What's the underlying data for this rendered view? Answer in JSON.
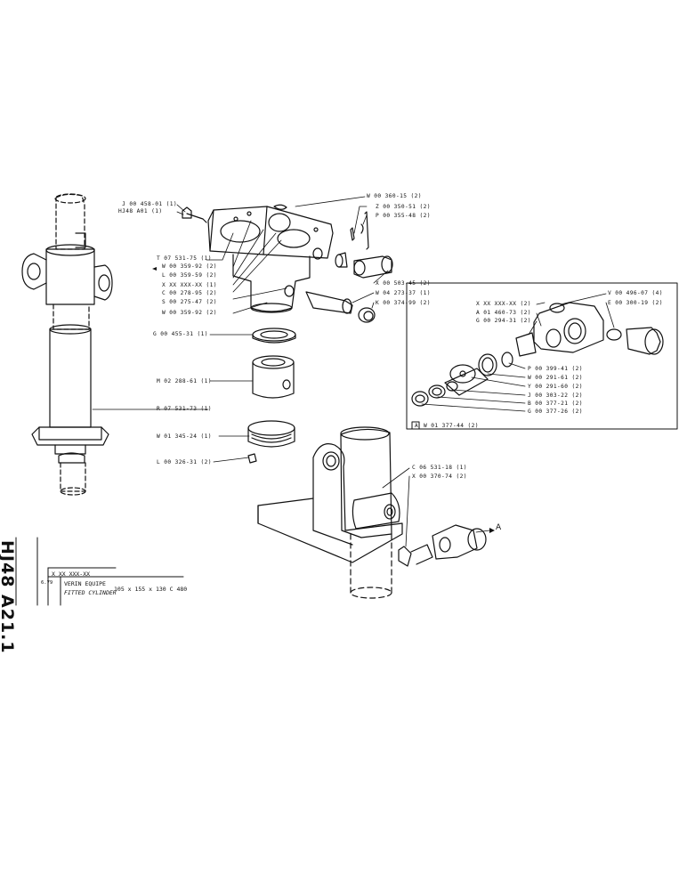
{
  "labels": {
    "j00458": "J 00 458-01 (1)",
    "hj48": "HJ48  A01  (1)",
    "t07531": "T 07 531-75 (1)",
    "w00359a": "W 00 359-92 (2)",
    "l00359": "L 00 359-59 (2)",
    "xxx": "X XX XXX-XX (1)",
    "c00278": "C 00 278-95 (2)",
    "s00275": "S 00 275-47 (2)",
    "w00359b": "W 00 359-92 (2)",
    "g00455": "G 00 455-31 (1)",
    "m02288": "M 02 288-61 (1)",
    "r07531": "R 07 531-73 (1)",
    "w01345": "W 01 345-24 (1)",
    "l00326": "L 00 326-31 (2)",
    "w00360": "W 00 360-15 (2)",
    "z00350": "Z 00 350-51 (2)",
    "p00355": "P 00 355-48 (2)",
    "x00503": "X 00 503-45 (2)",
    "w04273": "W 04 273-37 (1)",
    "k00374": "K 00 374-99 (2)",
    "xxx2": "X XX XXX-XX (2)",
    "a01460": "A 01 460-73 (2)",
    "g00294": "G 00 294-31 (2)",
    "v00496": "V 00 496-07 (4)",
    "e00300": "E 00 300-19 (2)",
    "p00399": "P 00 399-41 (2)",
    "w00291": "W 00 291-61 (2)",
    "y00291": "Y 00 291-60 (2)",
    "j00303": "J 00 303-22 (2)",
    "b00377": "B 00 377-21 (2)",
    "g00377": "G 00 377-26 (2)",
    "c06531": "C 06 531-18 (1)",
    "x00370": "X 00 370-74 (2)",
    "arrow_a": "A"
  },
  "detail_box": {
    "letter": "A",
    "ref": "W 01 377-44 (2)"
  },
  "title_block": {
    "code_vertical": "HJ48  A21.1",
    "ref": "X XX  XXX-XX",
    "date": "6.79",
    "title_fr": "VERIN EQUIPE",
    "title_en": "FITTED CYLINDER",
    "dimensions": "105 x 155 x 130  C 480"
  }
}
